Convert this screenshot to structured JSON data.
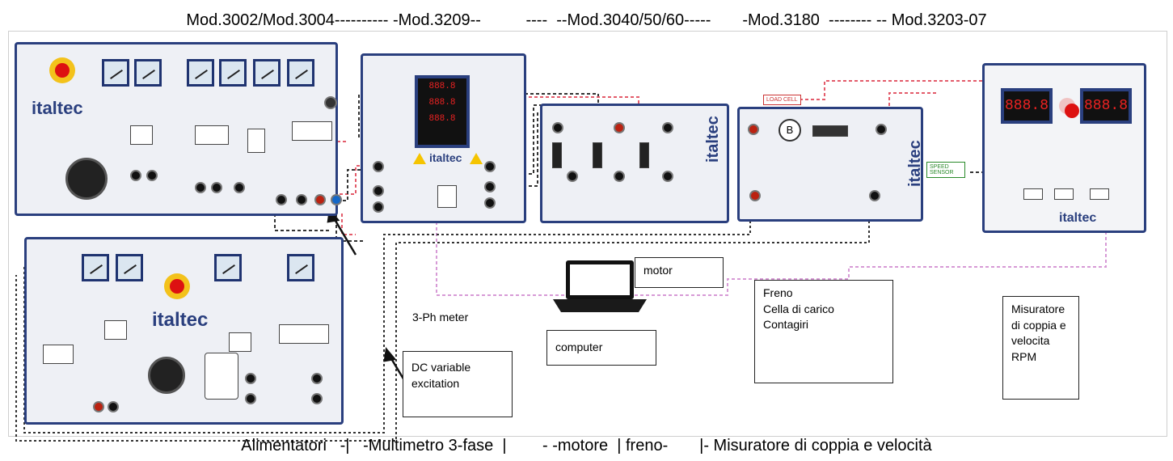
{
  "header": {
    "title": "Mod.3002/Mod.3004---------- -Mod.3209--          ----  --Mod.3040/50/60-----       -Mod.3180  -------- -- Mod.3203-07"
  },
  "footer": {
    "caption": "Alimentatori   -|   -Multimetro 3-fase  |        - -motore  | freno-       |- Misuratore di coppia e velocità"
  },
  "panels": {
    "brand": "italtec",
    "load_cell_tag": "LOAD CELL",
    "speed_sensor_tag": "SPEED SENSOR",
    "brake_symbol": "B",
    "display_value": "888.8"
  },
  "labels": {
    "motor": "motor",
    "meter": "3-Ph meter",
    "computer": "computer",
    "brake_lines": [
      "Freno",
      "Cella di carico",
      "Contagiri"
    ],
    "torque_lines": [
      "Misuratore",
      "di coppia e",
      "velocita",
      "RPM"
    ],
    "dc_lines": [
      "DC variable",
      "excitation"
    ]
  },
  "colors": {
    "panel_border": "#2a3f7e",
    "accent_blue": "#49a7d8",
    "wire_red": "#e35b6a",
    "wire_pink": "#d79ad6",
    "wire_black": "#333333",
    "wire_blue": "#6a62d8"
  }
}
